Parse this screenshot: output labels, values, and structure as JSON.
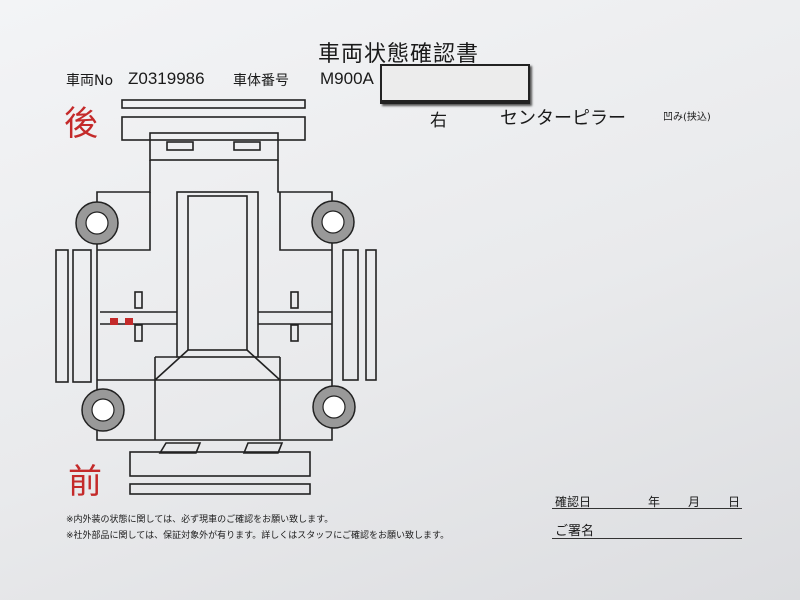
{
  "document": {
    "title": "車両状態確認書",
    "vehicle_no_label": "車両No",
    "vehicle_no": "Z0319986",
    "chassis_no_label": "車体番号",
    "chassis_no": "M900A",
    "rear_label": "後",
    "front_label": "前",
    "damage": {
      "side": "右",
      "part": "センターピラー",
      "type": "凹み(挟込)"
    },
    "notes": [
      "※内外装の状態に関しては、必ず現車のご確認をお願い致します。",
      "※社外部品に関しては、保証対象外が有ります。詳しくはスタッフにご確認をお願い致します。"
    ],
    "confirm_date_label": "確認日",
    "year_label": "年",
    "month_label": "月",
    "day_label": "日",
    "signature_label": "ご署名"
  },
  "colors": {
    "accent_red": "#c42a2a"
  }
}
